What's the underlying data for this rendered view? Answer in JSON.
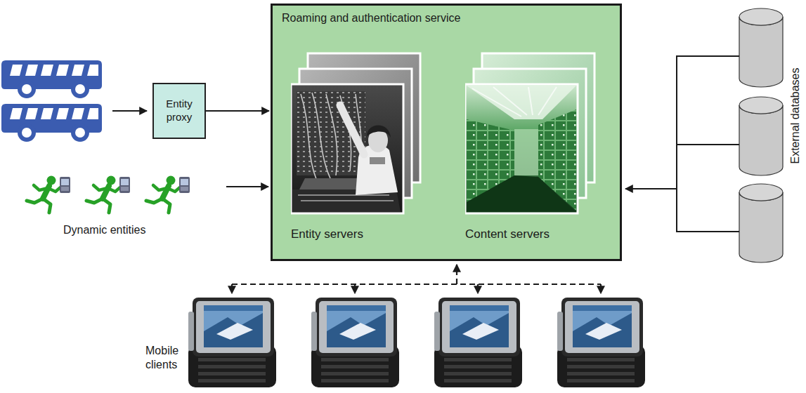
{
  "diagram": {
    "nodes": [
      {
        "text": [
          "Entity proxy"
        ]
      },
      {
        "text": [
          "Roaming and authentication service"
        ]
      },
      {
        "text": [
          "Entity servers"
        ],
        "in": 1
      },
      {
        "text": [
          "Content servers"
        ],
        "in": 1
      }
    ],
    "edges": [
      {
        "from": 0,
        "to": 1,
        "arrow": "to"
      }
    ],
    "labels": [
      "Dynamic entities",
      "Mobile clients",
      "External databases"
    ]
  }
}
